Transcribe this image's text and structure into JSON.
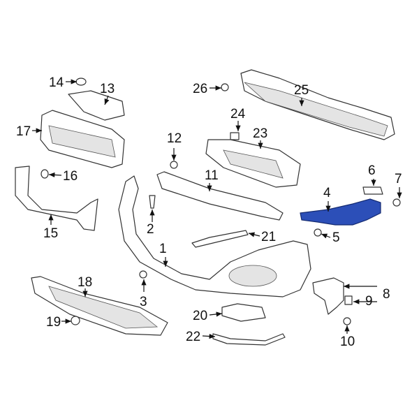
{
  "diagram": {
    "highlight_color": "#2c4fb8",
    "highlighted_part": "4",
    "callouts": [
      "1",
      "2",
      "3",
      "4",
      "5",
      "6",
      "7",
      "8",
      "9",
      "10",
      "11",
      "12",
      "13",
      "14",
      "15",
      "16",
      "17",
      "18",
      "19",
      "20",
      "21",
      "22",
      "23",
      "24",
      "25",
      "26"
    ]
  }
}
